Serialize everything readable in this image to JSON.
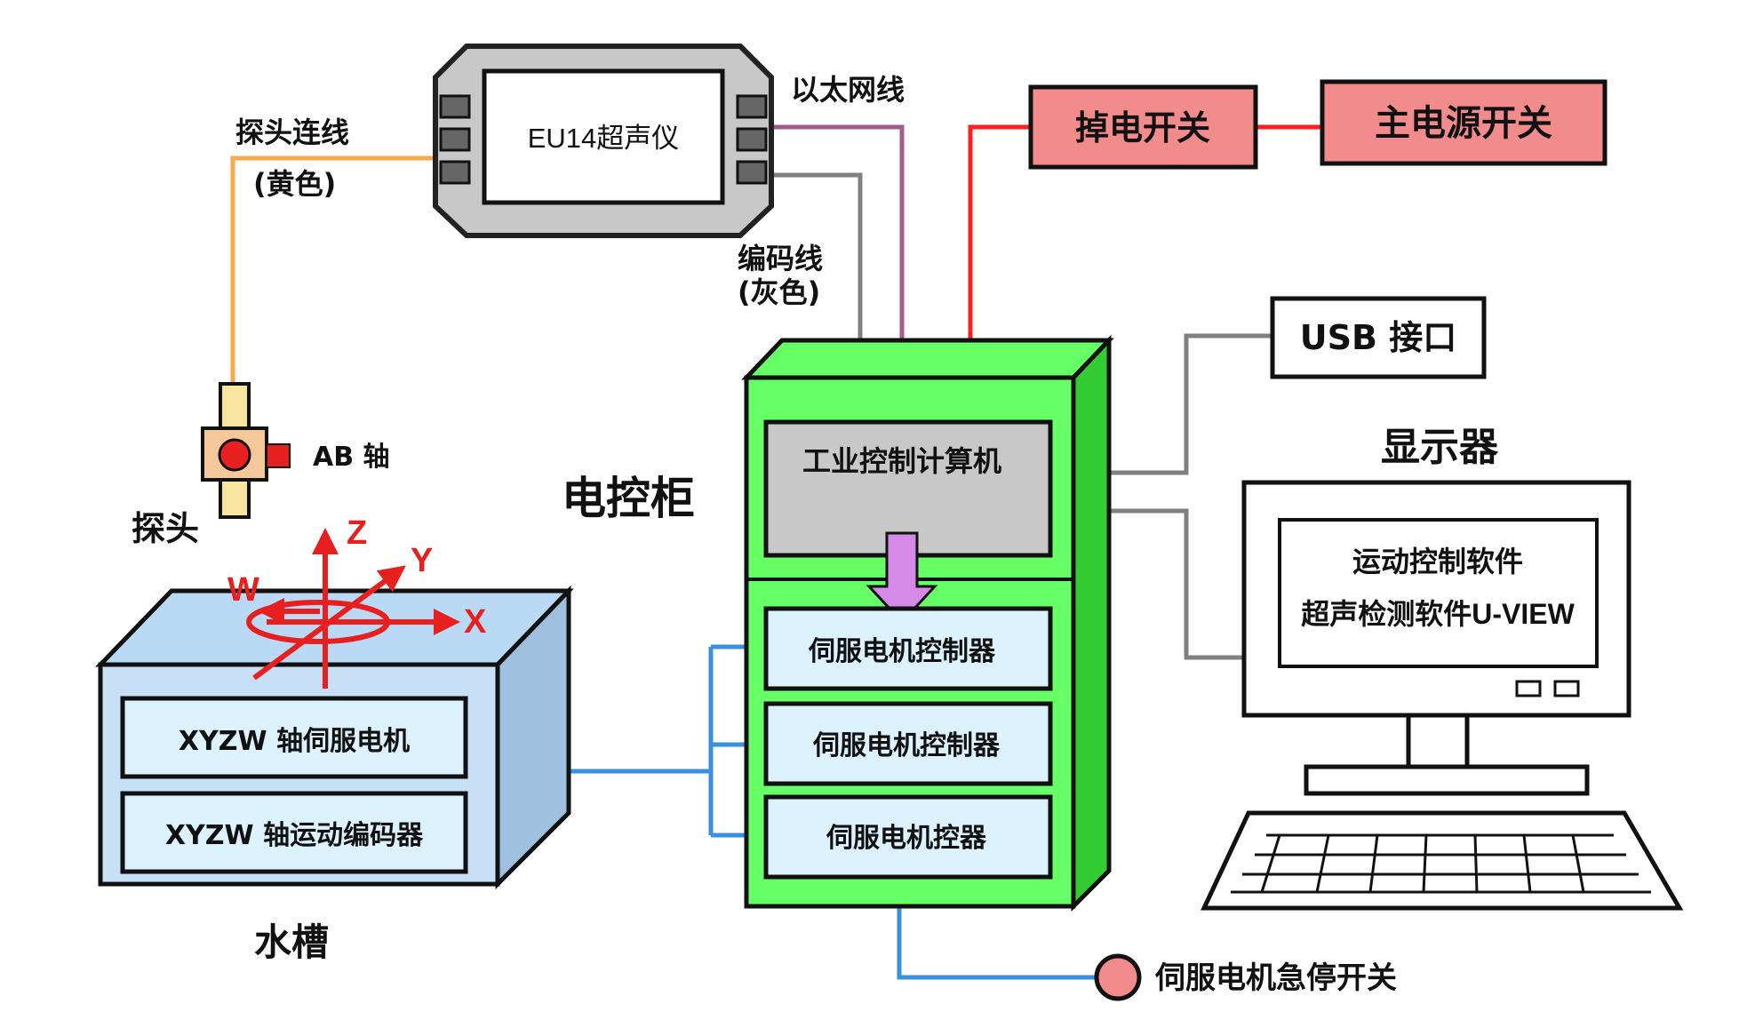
{
  "colors": {
    "green_cabinet": "#66ff66",
    "green_dark": "#33cc33",
    "gray_box": "#c8c8c8",
    "light_blue": "#dcf3ff",
    "pink_switch": "#f28b8b",
    "wire_yellow": "#f7a94c",
    "wire_purple": "#a25b8b",
    "wire_gray": "#808080",
    "wire_red": "#ff2020",
    "wire_blue": "#3b8fe0",
    "arrow_violet": "#d48ae6",
    "tank_blue": "#b9d9f5",
    "axis_red": "#e81f1f"
  },
  "labels": {
    "eu14": "EU14超声仪",
    "ethernet": "以太网线",
    "probe_cable": "探头连线",
    "probe_cable_color": "(黄色)",
    "encoder_cable": "编码线",
    "encoder_cable_color": "(灰色)",
    "power_off_switch": "掉电开关",
    "main_power_switch": "主电源开关",
    "usb_port": "USB 接口",
    "monitor": "显示器",
    "probe": "探头",
    "ab_axis": "AB 轴",
    "cabinet": "电控柜",
    "ipc": "工业控制计算机",
    "servo_ctrl_1": "伺服电机控制器",
    "servo_ctrl_2": "伺服电机控制器",
    "servo_ctrl_3": "伺服电机控器",
    "motion_software": "运动控制软件",
    "ut_software": "超声检测软件U-VIEW",
    "xyzw_servo": "XYZW 轴伺服电机",
    "xyzw_encoder": "XYZW 轴运动编码器",
    "water_tank": "水槽",
    "emergency_stop": "伺服电机急停开关",
    "axis_z": "Z",
    "axis_y": "Y",
    "axis_x": "X",
    "axis_w": "W"
  }
}
